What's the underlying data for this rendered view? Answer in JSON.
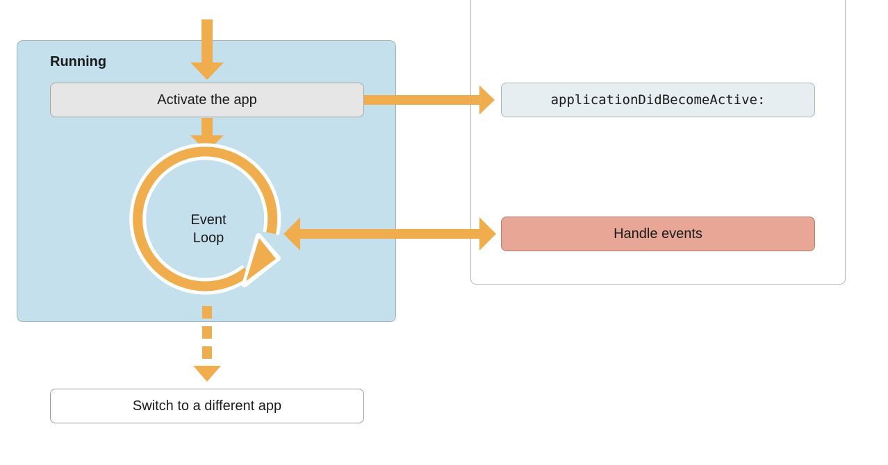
{
  "diagram": {
    "running_label": "Running",
    "nodes": {
      "activate": "Activate the app",
      "did_become_active": "applicationDidBecomeActive:",
      "event_loop_line1": "Event",
      "event_loop_line2": "Loop",
      "handle_events": "Handle events",
      "switch_app": "Switch to a different app"
    }
  },
  "colors": {
    "arrow": "#f0ad4e",
    "running_fill": "#c4e0ec",
    "handle_events_fill": "#e8a796"
  }
}
